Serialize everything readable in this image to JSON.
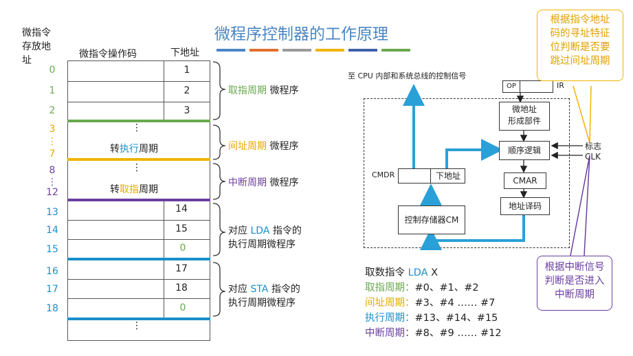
{
  "title": "微程序控制器的工作原理",
  "color_bars": [
    "#4a86c4",
    "#e0702c",
    "#9a9a9a",
    "#f0b400",
    "#3f5fa8",
    "#6aa84f"
  ],
  "table": {
    "left_header": [
      "微指令",
      "存放地",
      "址"
    ],
    "col_op": "微指令操作码",
    "col_next": "下地址",
    "addresses": [
      {
        "label": "0",
        "color": "#6aa84f"
      },
      {
        "label": "1",
        "color": "#6aa84f"
      },
      {
        "label": "2",
        "color": "#6aa84f"
      },
      {
        "label": "3",
        "color": "#e8a800"
      },
      {
        "label": "⋮",
        "color": "#e8a800"
      },
      {
        "label": "7",
        "color": "#e8a800"
      },
      {
        "label": "8",
        "color": "#6b3fa0"
      },
      {
        "label": "⋮",
        "color": "#6b3fa0"
      },
      {
        "label": "12",
        "color": "#6b3fa0"
      },
      {
        "label": "13",
        "color": "#1a8fc9"
      },
      {
        "label": "14",
        "color": "#1a8fc9"
      },
      {
        "label": "15",
        "color": "#1a8fc9"
      },
      {
        "label": "16",
        "color": "#1a8fc9"
      },
      {
        "label": "17",
        "color": "#1a8fc9"
      },
      {
        "label": "18",
        "color": "#1a8fc9"
      }
    ],
    "next_values": [
      "1",
      "2",
      "3",
      "14",
      "15",
      "0",
      "17",
      "18",
      "0"
    ],
    "vdots": "⋮",
    "indirect_row_pre": "转",
    "indirect_row_hl": "执行",
    "indirect_row_post": "周期",
    "interrupt_row_pre": "转",
    "interrupt_row_hl": "取指",
    "interrupt_row_post": "周期"
  },
  "braces": {
    "fetch": {
      "hl": "取指周期",
      "rest": " 微程序"
    },
    "indirect": {
      "hl": "间址周期",
      "rest": " 微程序"
    },
    "interrupt": {
      "hl": "中断周期",
      "rest": " 微程序"
    },
    "lda": {
      "pre": "对应 ",
      "hl": "LDA",
      "post": " 指令的",
      "line2": "执行周期微程序"
    },
    "sta": {
      "pre": "对应 ",
      "hl": "STA",
      "post": " 指令的",
      "line2": "执行周期微程序"
    }
  },
  "diagram": {
    "signal_label": "至 CPU 内部和系统总线的控制信号",
    "op": "OP",
    "ir": "IR",
    "addr_form_1": "微地址",
    "addr_form_2": "形成部件",
    "seq_logic": "顺序逻辑",
    "cmar": "CMAR",
    "decoder": "地址译码",
    "cmdr": "CMDR",
    "next_addr": "下地址",
    "cm": "控制存储器CM",
    "flag": "标志",
    "clk": "CLK"
  },
  "callout_top": [
    "根据指令地址",
    "码的寻址特征",
    "位判断是否要",
    "跳过间址周期"
  ],
  "callout_bottom": [
    "根据中断信号",
    "判断是否进入",
    "中断周期"
  ],
  "legend": {
    "title_pre": "取数指令 ",
    "title_hl": "LDA",
    "title_post": " X",
    "rows": [
      {
        "label": "取指周期：",
        "value": "#0、#1、#2",
        "color": "#6aa84f"
      },
      {
        "label": "间址周期：",
        "value": "#3、#4 …… #7",
        "color": "#e8a800"
      },
      {
        "label": "执行周期：",
        "value": "#13、#14、#15",
        "color": "#1a8fc9"
      },
      {
        "label": "中断周期：",
        "value": "#8、#9 …… #12",
        "color": "#6b3fa0"
      }
    ]
  }
}
